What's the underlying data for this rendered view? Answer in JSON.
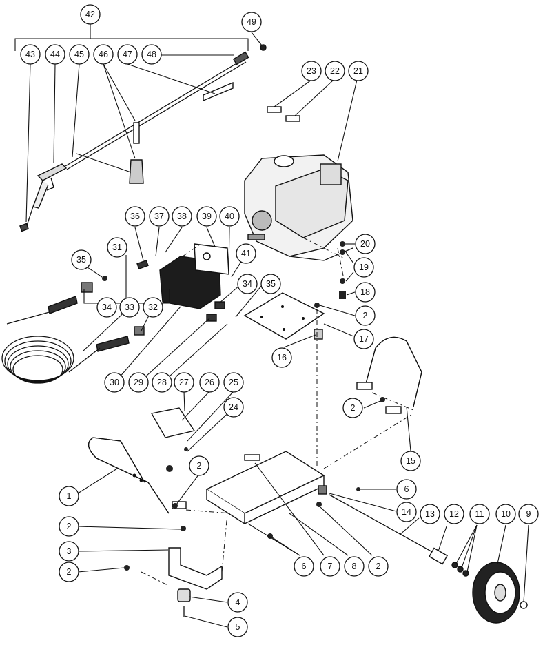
{
  "callouts": {
    "c1": "1",
    "c2a": "2",
    "c2b": "2",
    "c2c": "2",
    "c2d": "2",
    "c2e": "2",
    "c2f": "2",
    "c3": "3",
    "c4": "4",
    "c5": "5",
    "c6a": "6",
    "c6b": "6",
    "c7": "7",
    "c8": "8",
    "c9": "9",
    "c10": "10",
    "c11": "11",
    "c12": "12",
    "c13": "13",
    "c14": "14",
    "c15": "15",
    "c16": "16",
    "c17": "17",
    "c18": "18",
    "c19": "19",
    "c20": "20",
    "c21": "21",
    "c22": "22",
    "c23": "23",
    "c24": "24",
    "c25": "25",
    "c26": "26",
    "c27": "27",
    "c28": "28",
    "c29": "29",
    "c30": "30",
    "c31": "31",
    "c32": "32",
    "c33": "33",
    "c34a": "34",
    "c34b": "34",
    "c35a": "35",
    "c35b": "35",
    "c36": "36",
    "c37": "37",
    "c38": "38",
    "c39": "39",
    "c40": "40",
    "c41": "41",
    "c42": "42",
    "c43": "43",
    "c44": "44",
    "c45": "45",
    "c46": "46",
    "c47": "47",
    "c48": "48",
    "c49": "49"
  },
  "colors": {
    "line": "#111111",
    "background": "#ffffff",
    "part_fill": "#1c1c1c"
  }
}
